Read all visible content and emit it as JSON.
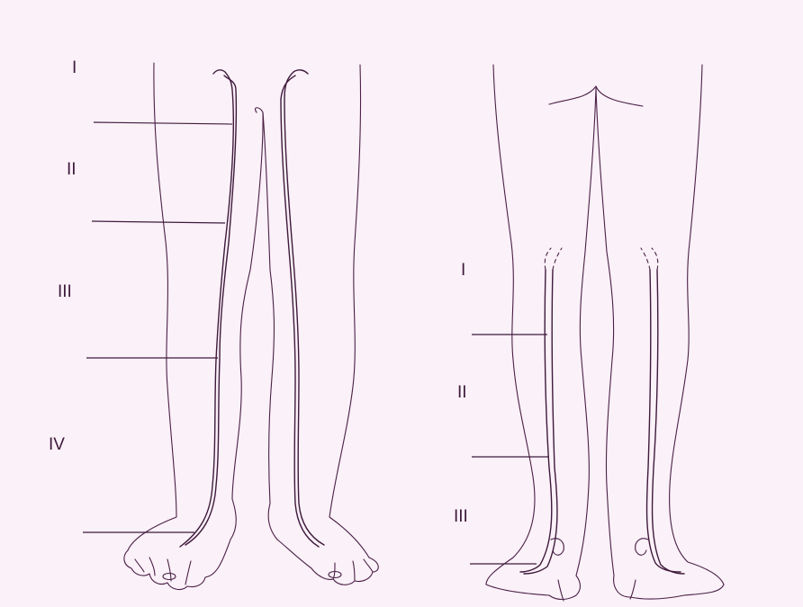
{
  "anterior_view": {
    "segment_labels": [
      "I",
      "II",
      "III",
      "IV"
    ]
  },
  "posterior_view": {
    "segment_labels": [
      "I",
      "II",
      "III"
    ]
  },
  "colors": {
    "background": "#fbf1f8",
    "line": "#3e1a3c"
  }
}
